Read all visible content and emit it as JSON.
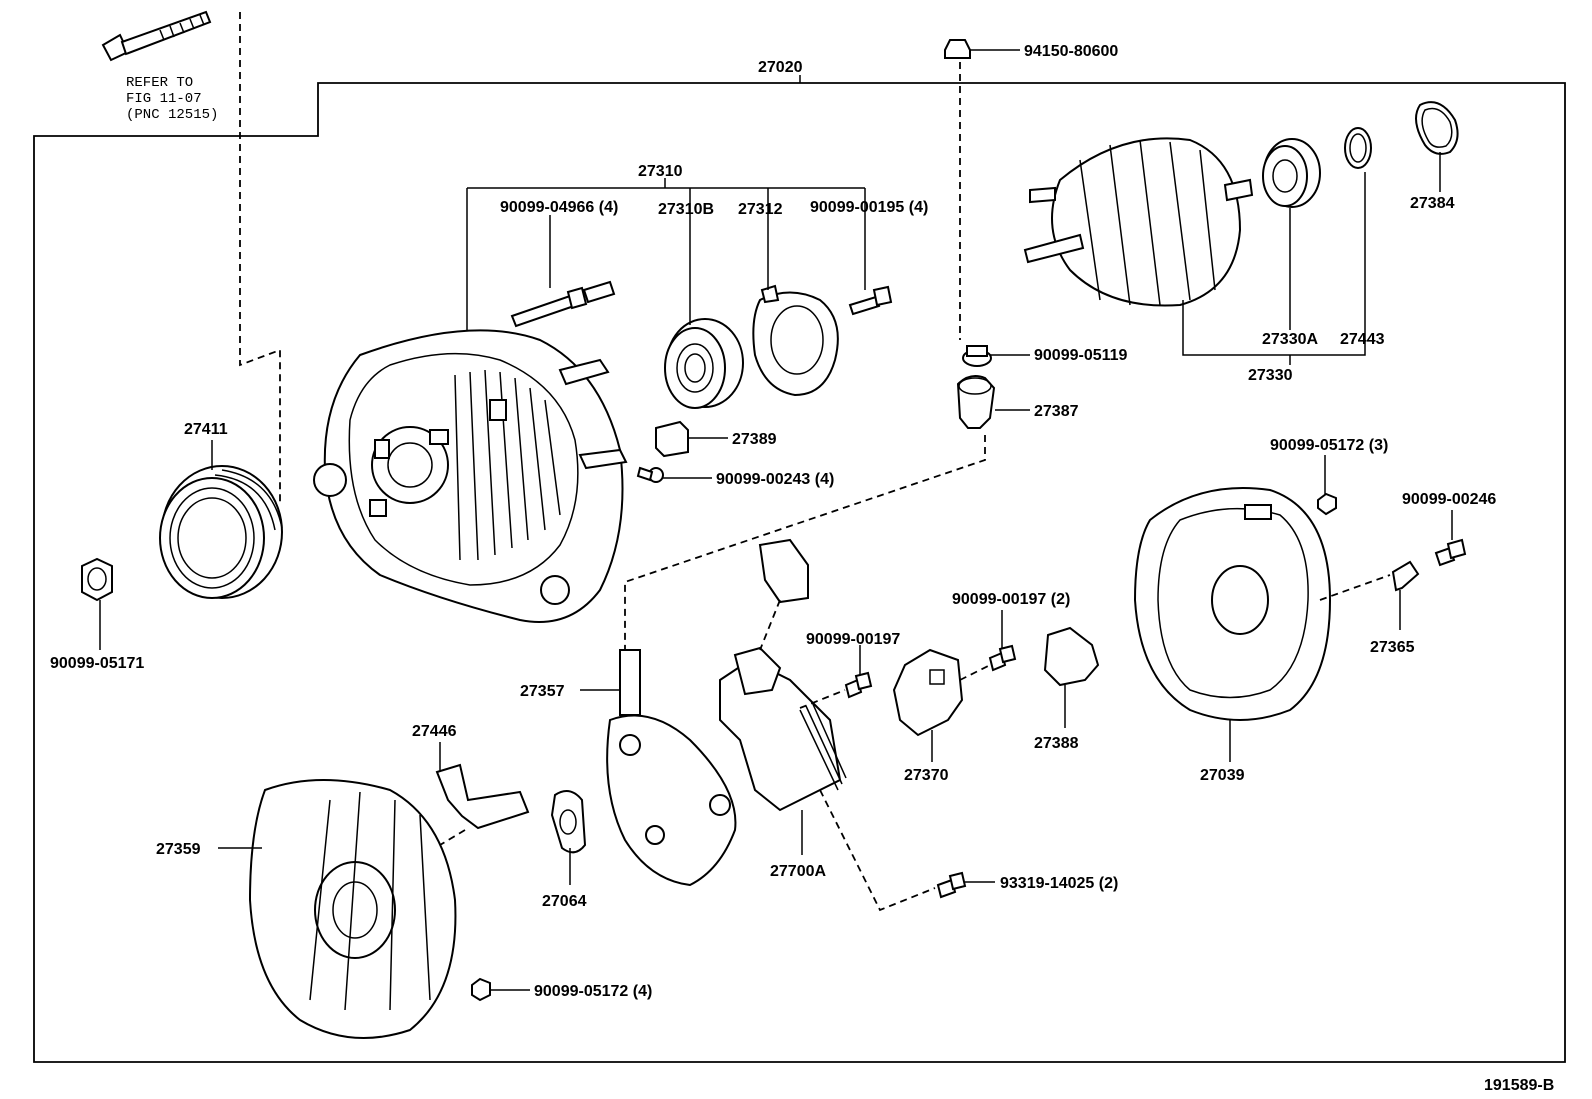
{
  "labels": {
    "p27020": "27020",
    "p27310": "27310",
    "p90099_04966": "90099-04966 (4)",
    "p27310B": "27310B",
    "p27312": "27312",
    "p90099_00195": "90099-00195 (4)",
    "p94150_80600": "94150-80600",
    "p27384": "27384",
    "p27330A": "27330A",
    "p27443": "27443",
    "p27330": "27330",
    "p90099_05119": "90099-05119",
    "p27387": "27387",
    "p27389": "27389",
    "p90099_00243": "90099-00243 (4)",
    "p27411": "27411",
    "p90099_05171": "90099-05171",
    "p90099_05172_3": "90099-05172 (3)",
    "p90099_00246": "90099-00246",
    "p27365": "27365",
    "p27039": "27039",
    "p90099_00197_2": "90099-00197 (2)",
    "p90099_00197": "90099-00197",
    "p27388": "27388",
    "p27370": "27370",
    "p27357": "27357",
    "p27446": "27446",
    "p27359": "27359",
    "p27064": "27064",
    "p27700A": "27700A",
    "p93319_14025": "93319-14025 (2)",
    "p90099_05172_4": "90099-05172 (4)",
    "refer_line1": "REFER TO",
    "refer_line2": "FIG 11-07",
    "refer_line3": "(PNC 12515)",
    "figure_id": "191589-B"
  }
}
